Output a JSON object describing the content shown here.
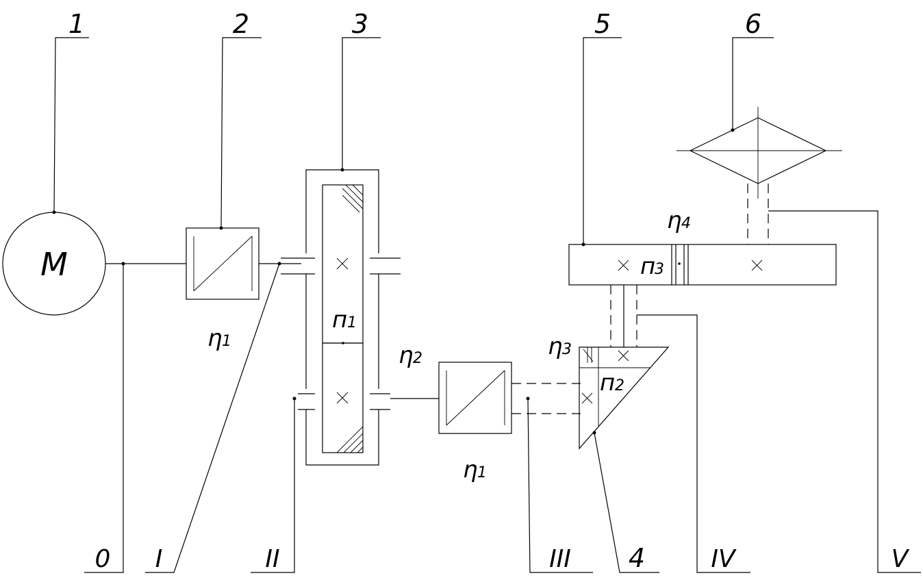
{
  "motor": {
    "label": "M"
  },
  "callouts": {
    "c1": "1",
    "c2": "2",
    "c3": "3",
    "c4": "4",
    "c5": "5",
    "c6": "6"
  },
  "shafts": {
    "s0": "0",
    "s1": "I",
    "s2": "II",
    "s3": "III",
    "s4": "IV",
    "s5": "V"
  },
  "efficiencies": [
    {
      "symbol": "η",
      "index": "1"
    },
    {
      "symbol": "η",
      "index": "2"
    },
    {
      "symbol": "η",
      "index": "1"
    },
    {
      "symbol": "η",
      "index": "3"
    },
    {
      "symbol": "η",
      "index": "4"
    }
  ],
  "bearings": [
    {
      "symbol": "п",
      "index": "1"
    },
    {
      "symbol": "п",
      "index": "2"
    },
    {
      "symbol": "п",
      "index": "3"
    }
  ]
}
